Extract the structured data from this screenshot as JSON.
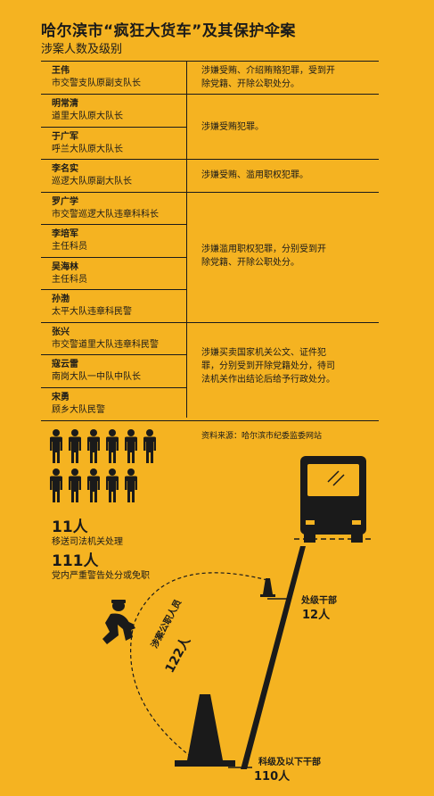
{
  "header": {
    "title": "哈尔滨市“疯狂大货车”及其保护伞案",
    "subtitle": "涉案人数及级别"
  },
  "people": [
    {
      "name": "王伟",
      "title": "市交警支队原副支队长"
    },
    {
      "name": "明常清",
      "title": "道里大队原大队长"
    },
    {
      "name": "于广军",
      "title": "呼兰大队原大队长"
    },
    {
      "name": "李名实",
      "title": "巡逻大队原副大队长"
    },
    {
      "name": "罗广学",
      "title": "市交警巡逻大队违章科科长"
    },
    {
      "name": "李培军",
      "title": "主任科员"
    },
    {
      "name": "吴海林",
      "title": "主任科员"
    },
    {
      "name": "孙渤",
      "title": "太平大队违章科民警"
    },
    {
      "name": "张兴",
      "title": "市交警道里大队违章科民警"
    },
    {
      "name": "寇云雷",
      "title": "南岗大队一中队中队长"
    },
    {
      "name": "宋勇",
      "title": "顾乡大队民警"
    }
  ],
  "charges": [
    {
      "line1": "涉嫌受贿、介绍贿赂犯罪，受到开",
      "line2": "除党籍、开除公职处分。",
      "line3": ""
    },
    {
      "line1": "涉嫌受贿犯罪。",
      "line2": "",
      "line3": ""
    },
    {
      "line1": "涉嫌受贿、滥用职权犯罪。",
      "line2": "",
      "line3": ""
    },
    {
      "line1": "涉嫌滥用职权犯罪，分别受到开",
      "line2": "除党籍、开除公职处分。",
      "line3": ""
    },
    {
      "line1": "涉嫌买卖国家机关公文、证件犯",
      "line2": "罪，分别受到开除党籍处分，待司",
      "line3": "法机关作出结论后给予行政处分。"
    }
  ],
  "source": "资料来源：哈尔滨市纪委监委网站",
  "stats": {
    "judicial_count": "11人",
    "judicial_label": "移送司法机关处理",
    "warning_count": "111人",
    "warning_label": "党内严重警告处分或免职"
  },
  "graphic": {
    "involved_label": "涉案公职人员",
    "involved_count": "122人",
    "division_label": "处级干部",
    "division_count": "12人",
    "section_label": "科级及以下干部",
    "section_count": "110人"
  },
  "colors": {
    "background": "#F5B321",
    "ink": "#1a1a1a"
  },
  "icons": [
    "person-icon",
    "truck-icon",
    "traffic-cone-icon",
    "officer-icon"
  ]
}
